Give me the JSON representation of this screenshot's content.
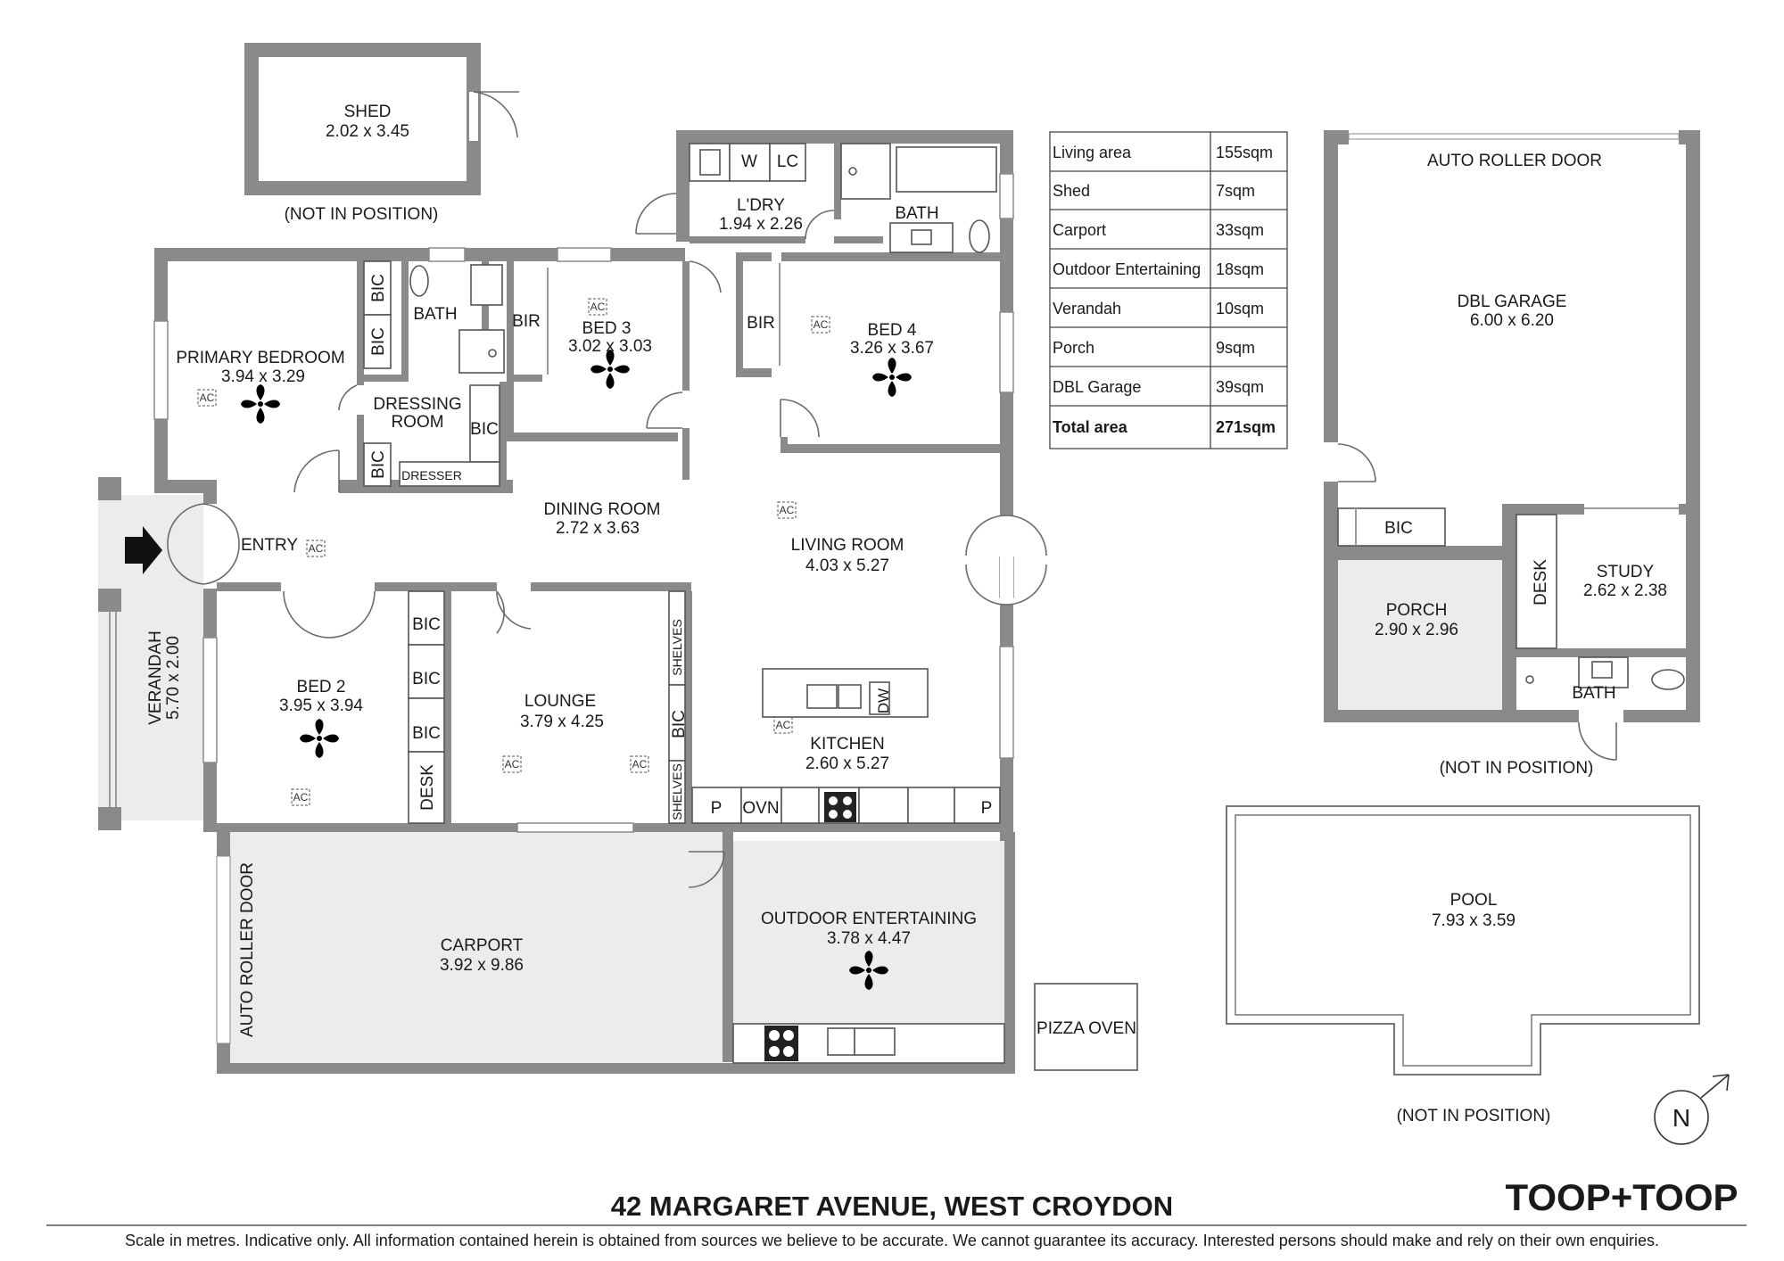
{
  "address": "42 MARGARET AVENUE, WEST CROYDON",
  "brand": "TOOP+TOOP",
  "disclaimer": "Scale in metres. Indicative only. All information contained herein is obtained from sources we believe to be accurate. We cannot guarantee its accuracy. Interested persons should make and rely on their own enquiries.",
  "compass_label": "N",
  "ac_label": "AC",
  "rooms": {
    "shed": {
      "name": "SHED",
      "dims": "2.02 x 3.45"
    },
    "laundry": {
      "name": "L'DRY",
      "dims": "1.94 x 2.26"
    },
    "primary_bedroom": {
      "name": "PRIMARY BEDROOM",
      "dims": "3.94 x 3.29"
    },
    "bed3": {
      "name": "BED 3",
      "dims": "3.02 x 3.03"
    },
    "bed4": {
      "name": "BED 4",
      "dims": "3.26 x 3.67"
    },
    "dining": {
      "name": "DINING ROOM",
      "dims": "2.72 x 3.63"
    },
    "living": {
      "name": "LIVING ROOM",
      "dims": "4.03 x 5.27"
    },
    "bed2": {
      "name": "BED 2",
      "dims": "3.95 x 3.94"
    },
    "lounge": {
      "name": "LOUNGE",
      "dims": "3.79 x 4.25"
    },
    "kitchen": {
      "name": "KITCHEN",
      "dims": "2.60 x 5.27"
    },
    "verandah": {
      "name": "VERANDAH",
      "dims": "5.70 x 2.00"
    },
    "carport": {
      "name": "CARPORT",
      "dims": "3.92 x 9.86"
    },
    "outdoor": {
      "name": "OUTDOOR ENTERTAINING",
      "dims": "3.78 x 4.47"
    },
    "garage": {
      "name": "DBL GARAGE",
      "dims": "6.00 x 6.20"
    },
    "study": {
      "name": "STUDY",
      "dims": "2.62 x 2.38"
    },
    "porch": {
      "name": "PORCH",
      "dims": "2.90 x 2.96"
    },
    "pool": {
      "name": "POOL",
      "dims": "7.93 x 3.59"
    },
    "dressing_line1": "DRESSING",
    "dressing_line2": "ROOM"
  },
  "labels": {
    "not_in_position": "(NOT IN POSITION)",
    "bath": "BATH",
    "bir": "BIR",
    "bic": "BIC",
    "desk": "DESK",
    "dresser": "DRESSER",
    "shelves": "SHELVES",
    "entry": "ENTRY",
    "w": "W",
    "lc": "LC",
    "p": "P",
    "ovn": "OVN",
    "dw": "DW",
    "auto_roller_door": "AUTO ROLLER DOOR",
    "pizza_oven": "PIZZA OVEN"
  },
  "area_table": {
    "rows": [
      {
        "label": "Living area",
        "value": "155sqm"
      },
      {
        "label": "Shed",
        "value": "7sqm"
      },
      {
        "label": "Carport",
        "value": "33sqm"
      },
      {
        "label": "Outdoor Entertaining",
        "value": "18sqm"
      },
      {
        "label": "Verandah",
        "value": "10sqm"
      },
      {
        "label": "Porch",
        "value": "9sqm"
      },
      {
        "label": "DBL Garage",
        "value": "39sqm"
      }
    ],
    "total": {
      "label": "Total area",
      "value": "271sqm"
    }
  }
}
